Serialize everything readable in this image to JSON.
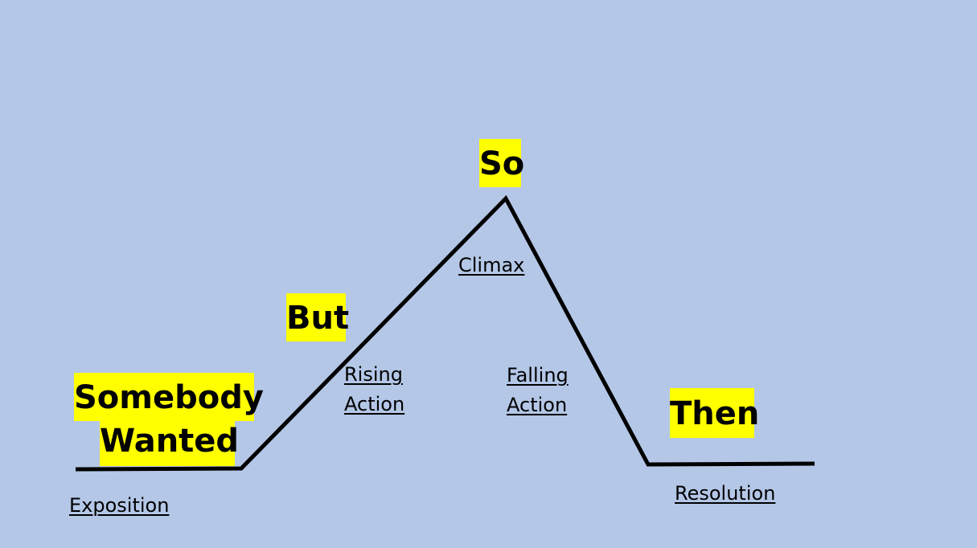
{
  "keywords": {
    "so": "So",
    "but": "But",
    "somebody": "Somebody",
    "wanted": "Wanted",
    "then": "Then"
  },
  "stages": {
    "exposition": "Exposition",
    "rising_line1": "Rising",
    "rising_line2": "Action",
    "climax": "Climax",
    "falling_line1": "Falling",
    "falling_line2": "Action",
    "resolution": "Resolution"
  },
  "colors": {
    "background": "#b4c7e7",
    "highlight": "#ffff00",
    "line": "#000000"
  }
}
